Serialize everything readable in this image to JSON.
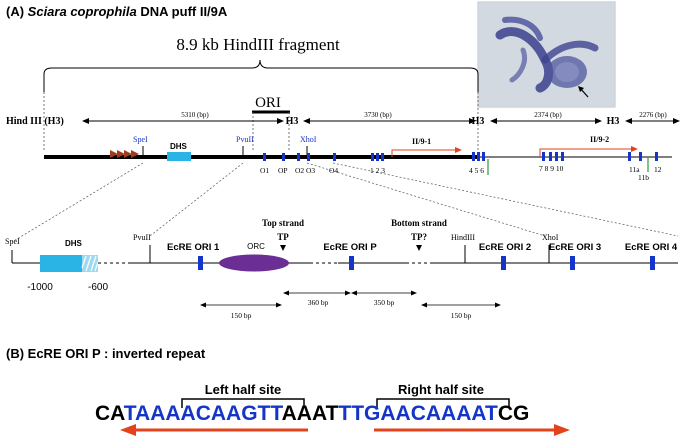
{
  "panel_a": {
    "label": "(A)",
    "title_italic": "Sciara coprophila",
    "title_rest": "DNA puff II/9A",
    "fragment_label": "8.9 kb HindIII fragment",
    "ori_label": "ORI",
    "hind_h3_label": "Hind III (H3)",
    "dist_5310": "5310 (bp)",
    "dist_3730": "3730 (bp)",
    "dist_2374": "2374 (bp)",
    "dist_2276": "2276 (bp)",
    "h3": "H3",
    "spe": "SpeI",
    "pvu": "PvuII",
    "xho": "XhoI",
    "dhs": "DHS",
    "gene1": "II/9-1",
    "gene2": "II/9-2",
    "o1": "O1",
    "op": "OP",
    "o2": "O2",
    "o3": "O3",
    "o4": "O4",
    "n123": "1 2 3",
    "n456": "4 5 6",
    "n78910": "7 8 9 10",
    "n11a": "11a",
    "n11b": "11b",
    "n12": "12"
  },
  "zoom": {
    "spe": "SpeI",
    "dhs": "DHS",
    "pvu": "PvuII",
    "ecre1": "EcRE ORI 1",
    "orc": "ORC",
    "top_strand": "Top strand",
    "tp": "TP",
    "ecrep": "EcRE ORI P",
    "bottom_strand": "Bottom strand",
    "tpq": "TP?",
    "hind": "HindIII",
    "ecre2": "EcRE ORI 2",
    "xho": "XhoI",
    "ecre3": "EcRE ORI 3",
    "ecre4": "EcRE ORI 4",
    "m1000": "-1000",
    "m600": "-600",
    "bp360": "360 bp",
    "bp350": "350 bp",
    "bp150a": "150 bp",
    "bp150b": "150 bp"
  },
  "panel_b": {
    "title": "(B) EcRE ORI P : inverted repeat",
    "left_half": "Left half site",
    "right_half": "Right half site",
    "seq_ca": "CA",
    "seq_left": "TAAAACAAGTT",
    "seq_mid": "AAAT",
    "seq_right": "TTGAACAAAAT",
    "seq_cg": "CG"
  },
  "colors": {
    "blue": "#1535c8",
    "cyan": "#2ab4e6",
    "red": "#e2431d",
    "orc": "#6a2e94",
    "green": "#2a9a3a",
    "brown": "#a33a1a"
  }
}
